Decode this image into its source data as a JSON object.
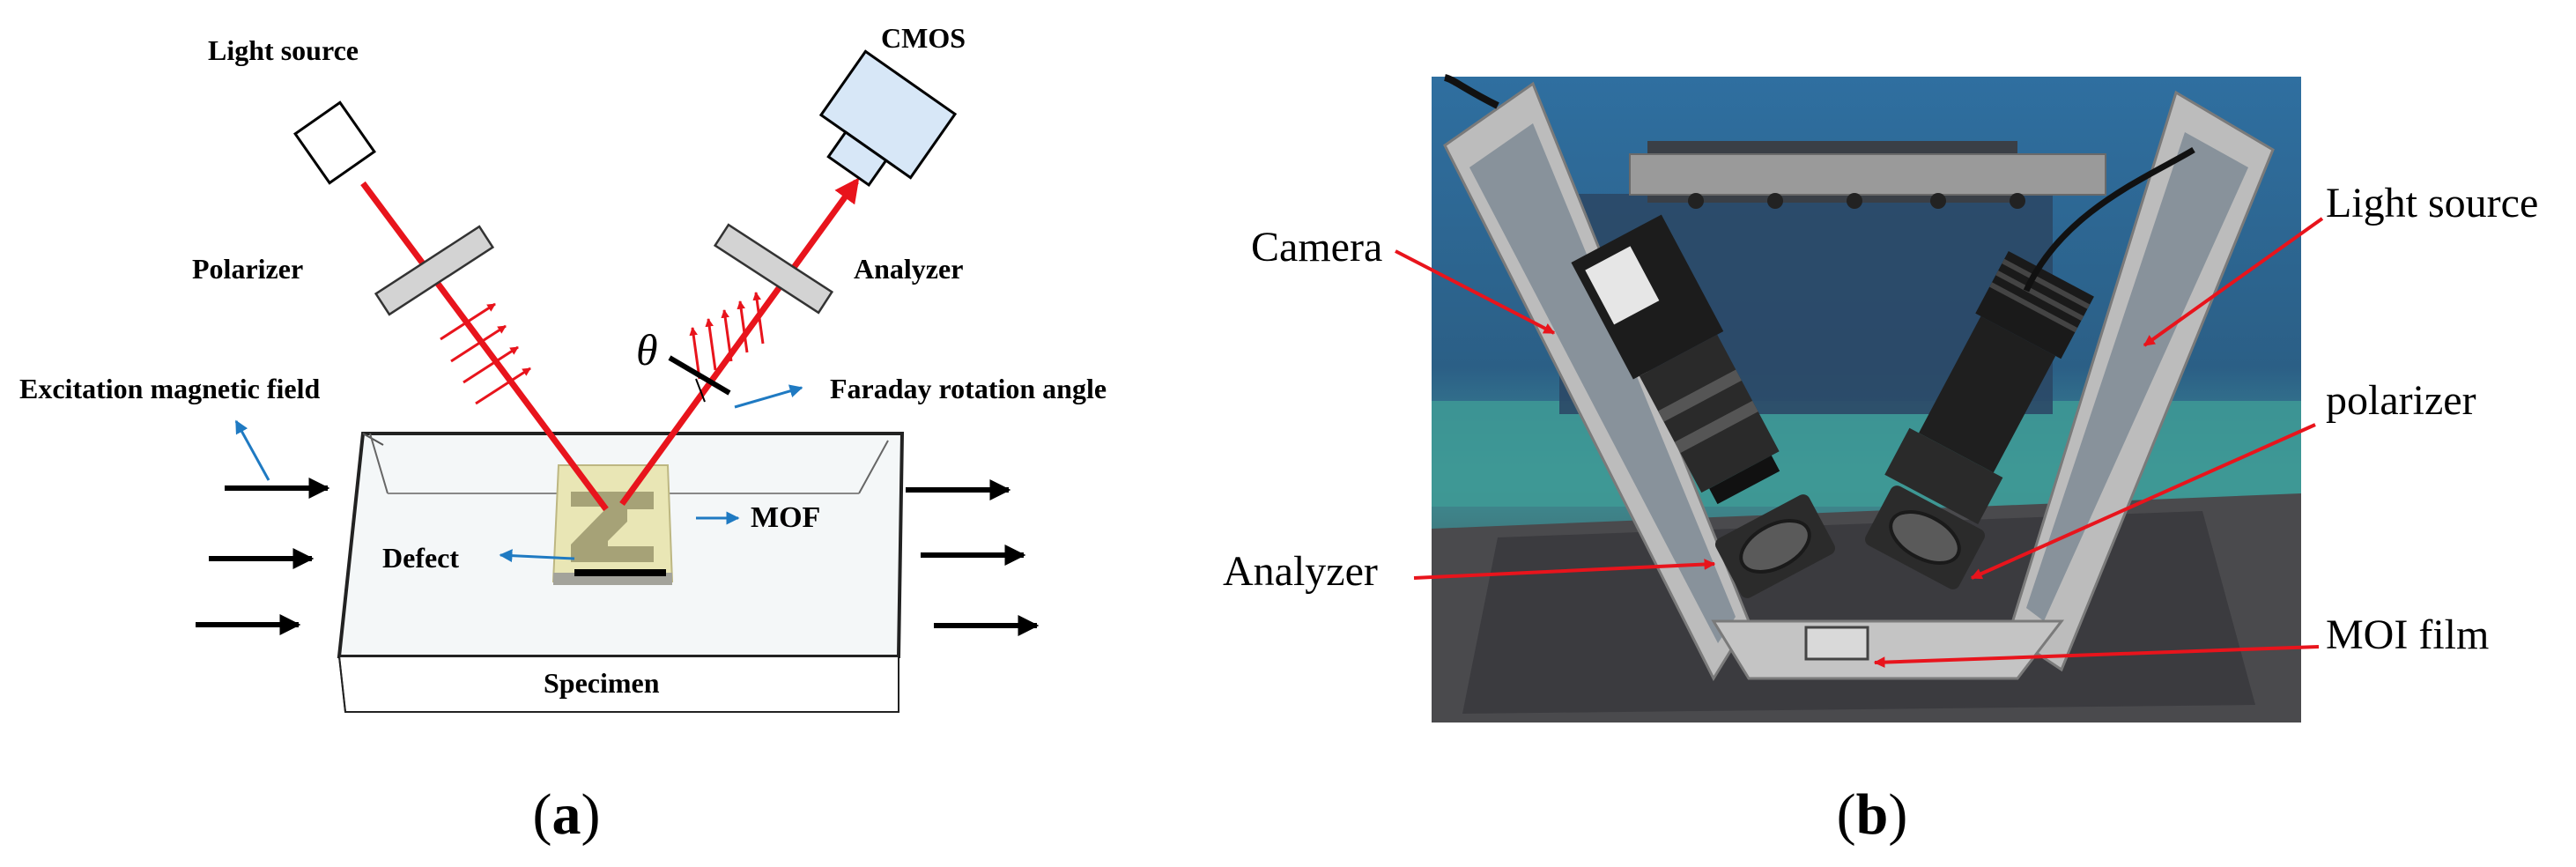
{
  "panel_a": {
    "labels": {
      "light_source": "Light source",
      "cmos": "CMOS",
      "polarizer": "Polarizer",
      "analyzer": "Analyzer",
      "theta": "θ",
      "excitation": "Excitation magnetic field",
      "faraday": "Faraday rotation angle",
      "mof": "MOF",
      "defect": "Defect",
      "specimen": "Specimen"
    },
    "caption_open": "(",
    "caption_letter": "a",
    "caption_close": ")"
  },
  "panel_b": {
    "labels": {
      "camera": "Camera",
      "light_source": "Light source",
      "polarizer": "polarizer",
      "analyzer": "Analyzer",
      "moi_film": "MOI film"
    },
    "caption_open": "(",
    "caption_letter": "b",
    "caption_close": ")"
  },
  "colors": {
    "beam": "#e8141c",
    "callout_blue": "#1f7ac2",
    "cmos_fill": "#d7e7f7",
    "mof_fill": "#e9e6b5"
  }
}
